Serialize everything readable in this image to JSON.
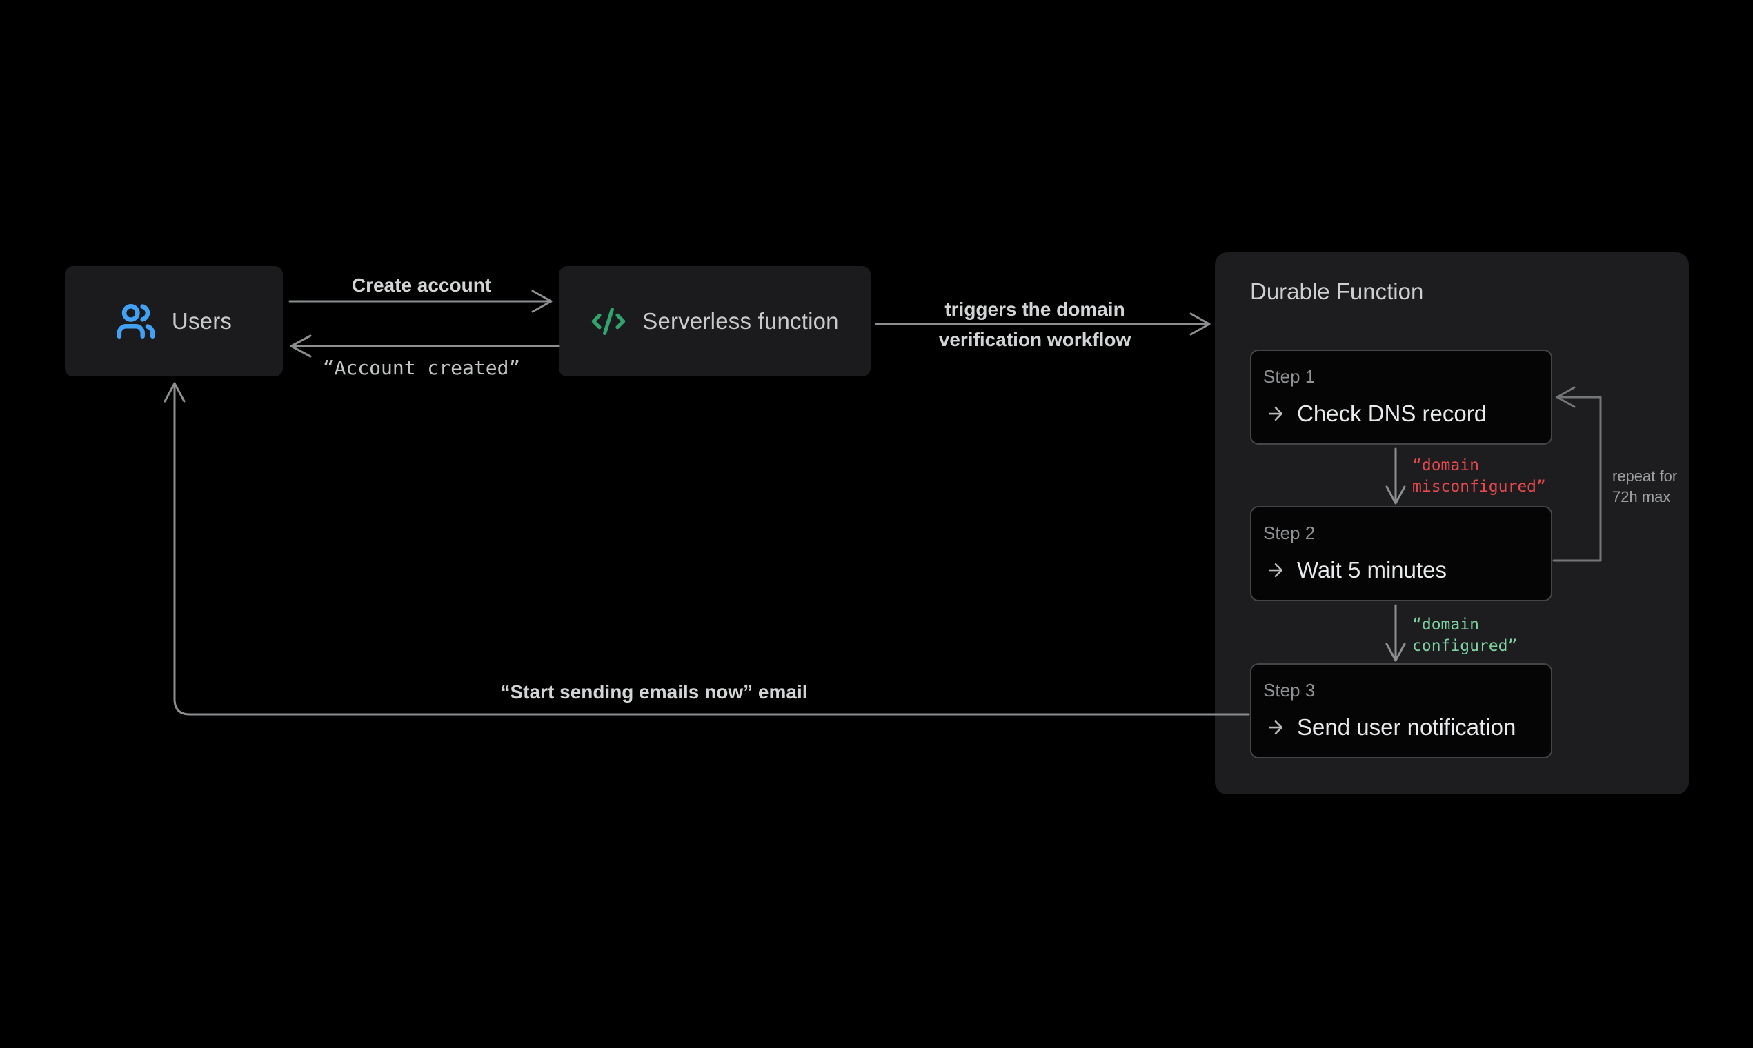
{
  "nodes": {
    "users": {
      "label": "Users"
    },
    "serverless": {
      "label": "Serverless function"
    }
  },
  "flows": {
    "create_account": {
      "label": "Create account"
    },
    "account_created": {
      "label": "“Account created”"
    },
    "trigger": {
      "label_line1": "triggers the domain",
      "label_line2": "verification workflow"
    },
    "email": {
      "label": "“Start sending emails now” email"
    }
  },
  "durable": {
    "title": "Durable Function",
    "steps": [
      {
        "label": "Step 1",
        "action": "Check DNS record"
      },
      {
        "label": "Step 2",
        "action": "Wait 5 minutes"
      },
      {
        "label": "Step 3",
        "action": "Send user notification"
      }
    ],
    "edges": {
      "misconfigured": {
        "label": "“domain\nmisconfigured”",
        "color": "#e5484d"
      },
      "configured": {
        "label": "“domain\nconfigured”",
        "color": "#7dd1a2"
      },
      "repeat": {
        "label": "repeat for\n72h max"
      }
    }
  },
  "icons": {
    "users": "users-icon",
    "serverless": "code-xml-icon",
    "step": "arrow-right-icon"
  },
  "colors": {
    "background": "#000000",
    "node_bg": "#1b1b1d",
    "panel_bg": "#1d1d1f",
    "step_bg": "#050506",
    "step_border": "#454547",
    "arrow": "#8c8e8f",
    "loop_arrow": "#747677",
    "users_icon": "#42a1f5",
    "code_icon": "#30a46c",
    "error_text": "#e5484d",
    "success_text": "#7dd1a2"
  }
}
